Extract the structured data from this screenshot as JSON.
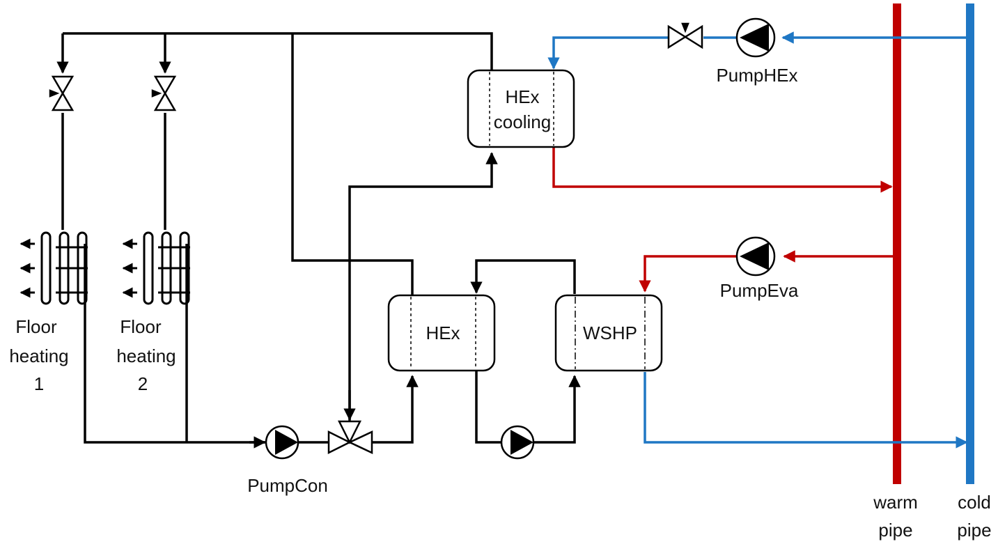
{
  "colors": {
    "black_line": "#000000",
    "warm": "#c00000",
    "cold": "#1f77c4"
  },
  "labels": {
    "floor_heating_1": [
      "Floor",
      "heating",
      "1"
    ],
    "floor_heating_2": [
      "Floor",
      "heating",
      "2"
    ],
    "hex_cooling": [
      "HEx",
      "cooling"
    ],
    "hex": "HEx",
    "wshp": "WSHP",
    "pump_con": "PumpCon",
    "pump_hex": "PumpHEx",
    "pump_eva": "PumpEva",
    "warm_pipe": [
      "warm",
      "pipe"
    ],
    "cold_pipe": [
      "cold",
      "pipe"
    ]
  },
  "icons": [
    "pump-icon",
    "valve-icon",
    "three-way-valve-icon",
    "radiator-coil-icon",
    "heat-exchanger-icon"
  ]
}
